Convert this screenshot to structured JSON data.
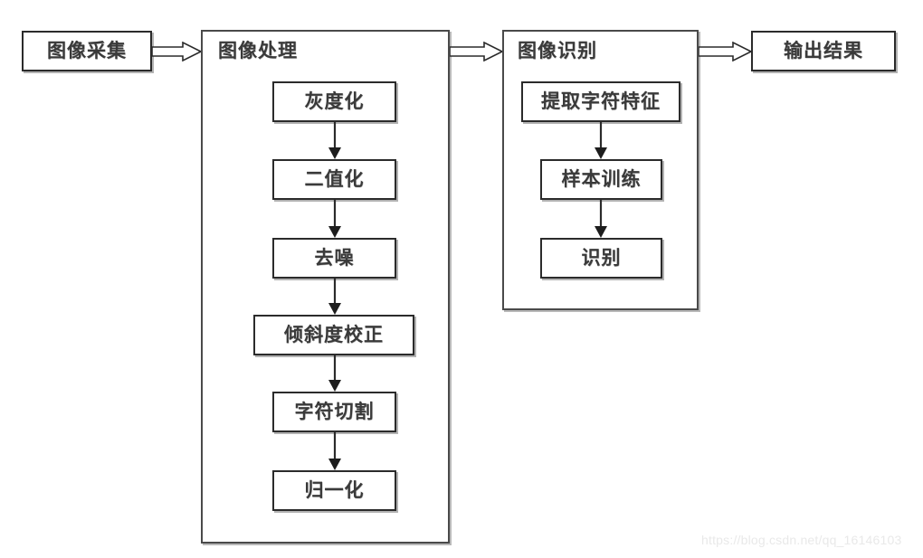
{
  "diagram": {
    "title_flow": "图像采集 → 图像处理 → 图像识别 → 输出结果",
    "stroke_color": "#2b2b2b",
    "group_stroke_color": "#4a4a4a",
    "text_color": "#3a3a3a",
    "background_color": "#ffffff",
    "nodes": {
      "capture": "图像采集",
      "output": "输出结果"
    },
    "groups": [
      {
        "id": "processing",
        "title": "图像处理",
        "steps": [
          "灰度化",
          "二值化",
          "去噪",
          "倾斜度校正",
          "字符切割",
          "归一化"
        ]
      },
      {
        "id": "recognition",
        "title": "图像识别",
        "steps": [
          "提取字符特征",
          "样本训练",
          "识别"
        ]
      }
    ]
  },
  "watermark": {
    "text": "https://blog.csdn.net/qq_16146103"
  }
}
